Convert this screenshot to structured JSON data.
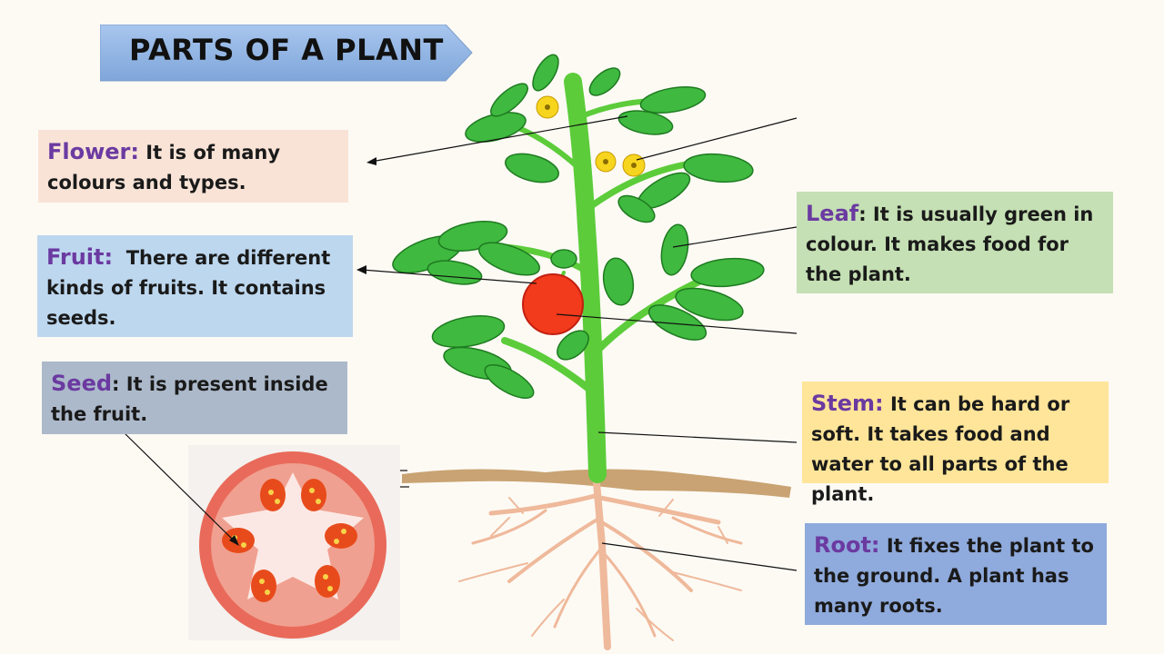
{
  "title": "PARTS OF A PLANT",
  "labels": {
    "flower": {
      "term": "Flower:",
      "text": " It is of many colours and types."
    },
    "fruit": {
      "term": "Fruit:",
      "text": "  There are different kinds of fruits. It contains seeds."
    },
    "seed": {
      "term": "Seed",
      "text": ": It is present inside the fruit."
    },
    "leaf": {
      "term": "Leaf",
      "text": ": It is usually green in colour. It makes food for the plant."
    },
    "stem": {
      "term": "Stem:",
      "text": " It can be hard or soft. It takes food and water to all parts of the plant."
    },
    "root": {
      "term": "Root:",
      "text": " It fixes the plant to the ground. A plant has many roots."
    }
  },
  "colors": {
    "banner": "#8eb4e3",
    "term": "#6b3aa1",
    "leaf": "#3fb93f",
    "stem": "#5ccc3a",
    "fruit": "#f23a1c",
    "flower": "#f7d51e",
    "root": "#efb99b",
    "soil": "#c9a373"
  }
}
